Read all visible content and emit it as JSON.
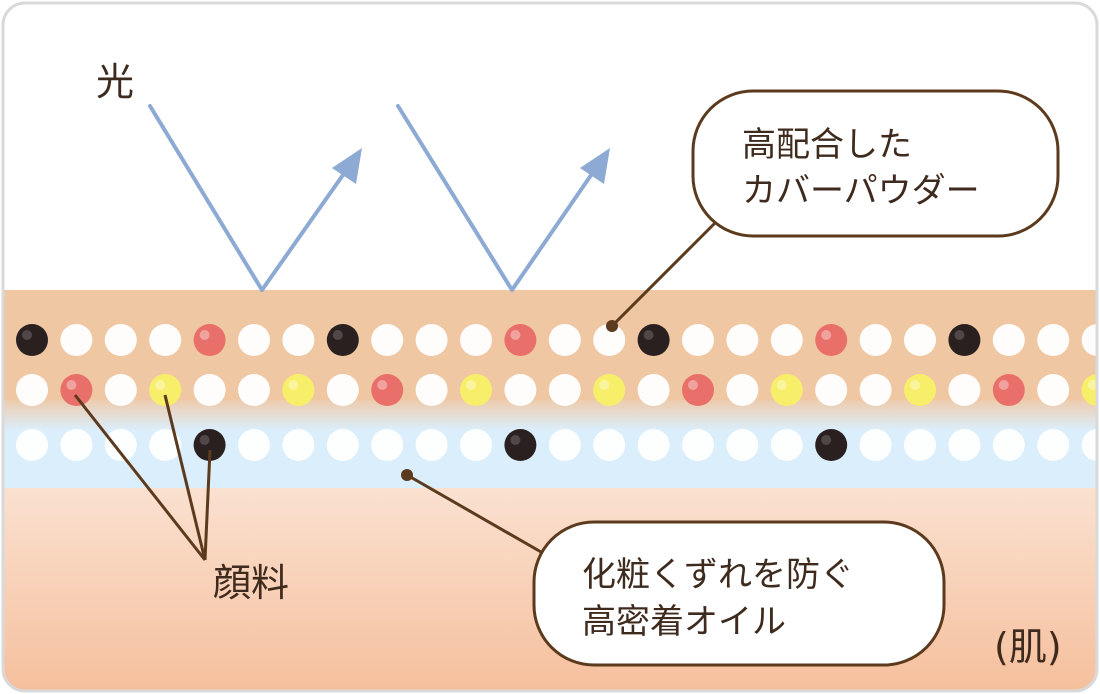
{
  "labels": {
    "light": "光",
    "powder_line1": "高配合した",
    "powder_line2": "カバーパウダー",
    "pigment": "顔料",
    "oil_line1": "化粧くずれを防ぐ",
    "oil_line2": "高密着オイル",
    "skin": "(肌)"
  },
  "colors": {
    "frame_border": "#d9d9d9",
    "powder_layer": "#f0c7a3",
    "oil_layer": "#dbeefb",
    "skin": "#f6c3a1",
    "light_ray": "#8daad4",
    "leader_line": "#5c3a1e",
    "callout_border": "#5c3a1e",
    "text": "#3f2b1e",
    "particle_white": "#ffffff",
    "particle_black": "#2a2020",
    "particle_red": "#e9706a",
    "particle_yellow": "#f7ef6a"
  },
  "particle_rows": [
    [
      "black",
      "white",
      "white",
      "white",
      "red",
      "white",
      "white",
      "black",
      "white",
      "white",
      "white",
      "red",
      "white",
      "white",
      "black",
      "white",
      "white",
      "white",
      "red",
      "white",
      "white",
      "black",
      "white",
      "white",
      "white"
    ],
    [
      "white",
      "red",
      "white",
      "yellow",
      "white",
      "white",
      "yellow",
      "white",
      "red",
      "white",
      "yellow",
      "white",
      "white",
      "yellow",
      "white",
      "red",
      "white",
      "yellow",
      "white",
      "white",
      "yellow",
      "white",
      "red",
      "white",
      "yellow"
    ],
    [
      "white",
      "white",
      "white",
      "white",
      "black",
      "white",
      "white",
      "white",
      "white",
      "white",
      "white",
      "black",
      "white",
      "white",
      "white",
      "white",
      "white",
      "white",
      "black",
      "white",
      "white",
      "white",
      "white",
      "white",
      "white"
    ]
  ]
}
